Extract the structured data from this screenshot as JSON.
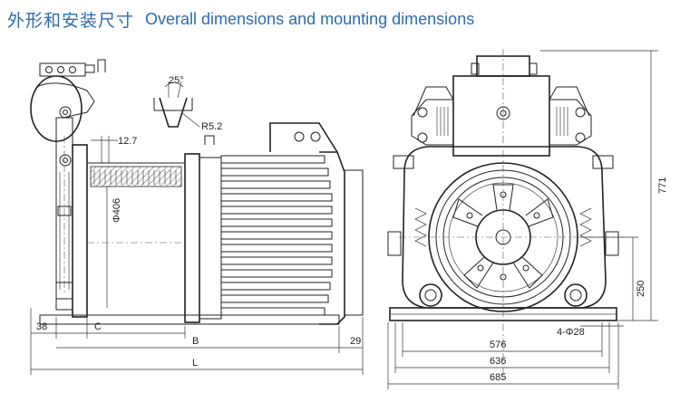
{
  "header": {
    "title_cn": "外形和安装尺寸",
    "title_en": "Overall dimensions and mounting dimensions"
  },
  "dimensions": {
    "angle": "25°",
    "radius": "R5.2",
    "groove": "12.7",
    "sheave_dia": "Φ406",
    "left_offset": "38",
    "c": "C",
    "b": "B",
    "l": "L",
    "right_offset": "29",
    "height_total": "771",
    "center_height": "250",
    "holes": "4-Φ28",
    "base_inner": "576",
    "base_mid": "636",
    "base_outer": "685"
  }
}
